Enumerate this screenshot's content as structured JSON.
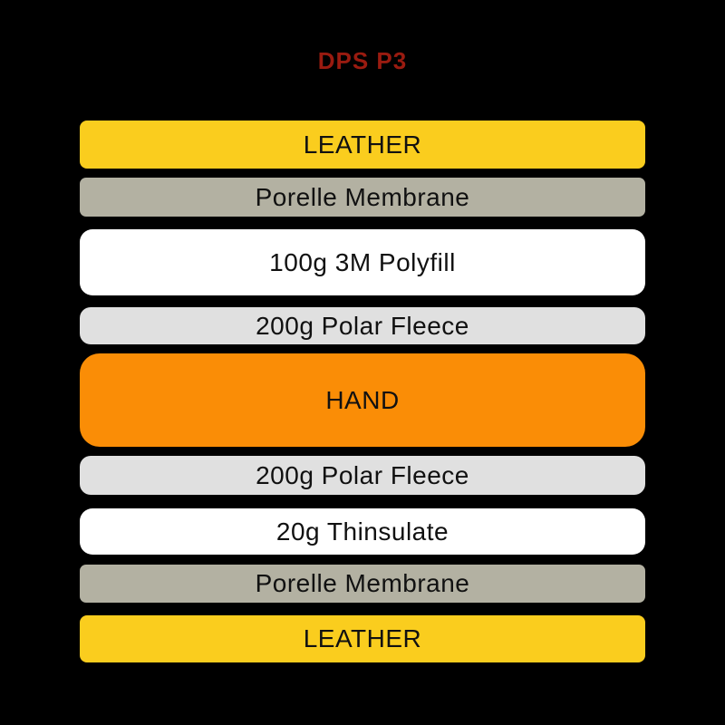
{
  "title": {
    "text": "DPS P3",
    "color": "#9A1B10"
  },
  "canvas": {
    "background_color": "#000000"
  },
  "layers": [
    {
      "label": "LEATHER",
      "color": "#FACD1E",
      "text_color": "#111111"
    },
    {
      "label": "Porelle Membrane",
      "color": "#B3B1A2",
      "text_color": "#111111"
    },
    {
      "label": "100g 3M Polyfill",
      "color": "#FFFFFF",
      "text_color": "#111111"
    },
    {
      "label": "200g Polar Fleece",
      "color": "#E0E0E0",
      "text_color": "#111111"
    },
    {
      "label": "HAND",
      "color": "#FA8D06",
      "text_color": "#111111"
    },
    {
      "label": "200g Polar Fleece",
      "color": "#E0E0E0",
      "text_color": "#111111"
    },
    {
      "label": "20g Thinsulate",
      "color": "#FFFFFF",
      "text_color": "#111111"
    },
    {
      "label": "Porelle Membrane",
      "color": "#B3B1A2",
      "text_color": "#111111"
    },
    {
      "label": "LEATHER",
      "color": "#FACD1E",
      "text_color": "#111111"
    }
  ]
}
